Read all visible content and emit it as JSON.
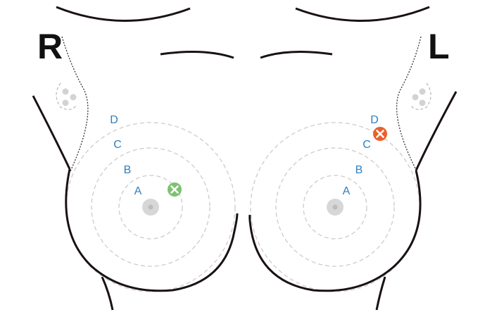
{
  "side_labels": {
    "right": "R",
    "left": "L"
  },
  "ring_labels": {
    "right": [
      "A",
      "B",
      "C",
      "D"
    ],
    "left": [
      "A",
      "B",
      "C",
      "D"
    ]
  },
  "markers": [
    {
      "side": "right",
      "ring": "A",
      "icon": "x-circle-icon",
      "color": "#7cc26f"
    },
    {
      "side": "left",
      "ring": "D",
      "icon": "x-circle-icon",
      "color": "#e8612c"
    }
  ],
  "colors": {
    "outline": "#1a1212",
    "ring": "#cccccc",
    "nipple": "#d7d7d7",
    "ring_label": "#2e7fc0",
    "marker_right": "#7cc26f",
    "marker_left": "#e8612c"
  }
}
